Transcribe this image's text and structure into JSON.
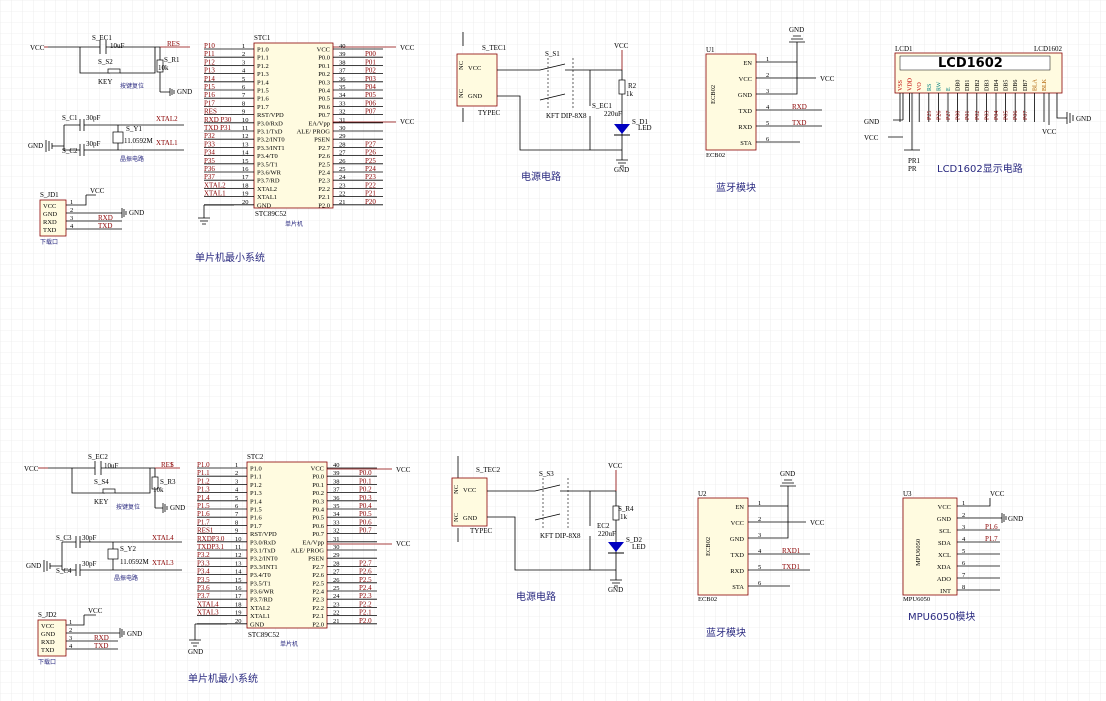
{
  "nets": {
    "vcc": "VCC",
    "gnd": "GND",
    "res": "RES",
    "xtal1": "XTAL1",
    "xtal2": "XTAL2",
    "rxd": "RXD",
    "txd": "TXD",
    "rxd1": "RXD1",
    "txd1": "TXD1"
  },
  "mcu1": {
    "ref": "STC1",
    "name": "STC89C52",
    "sub": "单片机",
    "caption": "单片机最小系统",
    "left_pins": [
      "P1.0",
      "P1.1",
      "P1.2",
      "P1.3",
      "P1.4",
      "P1.5",
      "P1.6",
      "P1.7",
      "RST/VPD",
      "P3.0/RxD",
      "P3.1/TxD",
      "P3.2/INT0",
      "P3.3/INT1",
      "P3.4/T0",
      "P3.5/T1",
      "P3.6/WR",
      "P3.7/RD",
      "XTAL2",
      "XTAL1",
      "GND"
    ],
    "right_pins": [
      "VCC",
      "P0.0",
      "P0.1",
      "P0.2",
      "P0.3",
      "P0.4",
      "P0.5",
      "P0.6",
      "P0.7",
      "EA/Vpp",
      "ALE/ PROG",
      "PSEN",
      "P2.7",
      "P2.6",
      "P2.5",
      "P2.4",
      "P2.3",
      "P2.2",
      "P2.1",
      "P2.0"
    ],
    "left_nums": [
      "1",
      "2",
      "3",
      "4",
      "5",
      "6",
      "7",
      "8",
      "9",
      "10",
      "11",
      "12",
      "13",
      "14",
      "15",
      "16",
      "17",
      "18",
      "19",
      "20"
    ],
    "right_nums": [
      "40",
      "39",
      "38",
      "37",
      "36",
      "35",
      "34",
      "33",
      "32",
      "31",
      "30",
      "29",
      "28",
      "27",
      "26",
      "25",
      "24",
      "23",
      "22",
      "21"
    ],
    "left_nets": [
      "P10",
      "P11",
      "P12",
      "P13",
      "P14",
      "P15",
      "P16",
      "P17",
      "RES",
      "RXD P30",
      "TXD P31",
      "P32",
      "P33",
      "P34",
      "P35",
      "P36",
      "P37",
      "XTAL2",
      "XTAL1",
      ""
    ],
    "right_nets": [
      "",
      "P00",
      "P01",
      "P02",
      "P03",
      "P04",
      "P05",
      "P06",
      "P07",
      "",
      "",
      "",
      "P27",
      "P26",
      "P25",
      "P24",
      "P23",
      "P22",
      "P21",
      "P20"
    ]
  },
  "mcu2": {
    "ref": "STC2",
    "name": "STC89C52",
    "sub": "单片机",
    "caption": "单片机最小系统",
    "left_pins": [
      "P1.0",
      "P1.1",
      "P1.2",
      "P1.3",
      "P1.4",
      "P1.5",
      "P1.6",
      "P1.7",
      "RST/VPD",
      "P3.0/RxD",
      "P3.1/TxD",
      "P3.2/INT0",
      "P3.3/INT1",
      "P3.4/T0",
      "P3.5/T1",
      "P3.6/WR",
      "P3.7/RD",
      "XTAL2",
      "XTAL1",
      "GND"
    ],
    "right_pins": [
      "VCC",
      "P0.0",
      "P0.1",
      "P0.2",
      "P0.3",
      "P0.4",
      "P0.5",
      "P0.6",
      "P0.7",
      "EA/Vpp",
      "ALE/ PROG",
      "PSEN",
      "P2.7",
      "P2.6",
      "P2.5",
      "P2.4",
      "P2.3",
      "P2.2",
      "P2.1",
      "P2.0"
    ],
    "left_nums": [
      "1",
      "2",
      "3",
      "4",
      "5",
      "6",
      "7",
      "8",
      "9",
      "10",
      "11",
      "12",
      "13",
      "14",
      "15",
      "16",
      "17",
      "18",
      "19",
      "20"
    ],
    "right_nums": [
      "40",
      "39",
      "38",
      "37",
      "36",
      "35",
      "34",
      "33",
      "32",
      "31",
      "30",
      "29",
      "28",
      "27",
      "26",
      "25",
      "24",
      "23",
      "22",
      "21"
    ],
    "left_nets": [
      "P1.0",
      "P1.1",
      "P1.2",
      "P1.3",
      "P1.4",
      "P1.5",
      "P1.6",
      "P1.7",
      "RES1",
      "RXDP3.0",
      "TXDP3.1",
      "P3.2",
      "P3.3",
      "P3.4",
      "P3.5",
      "P3.6",
      "P3.7",
      "XTAL4",
      "XTAL3",
      ""
    ],
    "right_nets": [
      "",
      "P0.0",
      "P0.1",
      "P0.2",
      "P0.3",
      "P0.4",
      "P0.5",
      "P0.6",
      "P0.7",
      "",
      "",
      "",
      "P2.7",
      "P2.6",
      "P2.5",
      "P2.4",
      "P2.3",
      "P2.2",
      "P2.1",
      "P2.0"
    ]
  },
  "reset1": {
    "cap": "S_EC1",
    "cap_val": "10uF",
    "sw": "S_S2",
    "sw_val": "KEY",
    "res": "S_R1",
    "res_val": "10k",
    "note": "按键复位"
  },
  "reset2": {
    "cap": "S_EC2",
    "cap_val": "10uF",
    "sw": "S_S4",
    "sw_val": "KEY",
    "res": "S_R3",
    "res_val": "10k",
    "note": "按键复位"
  },
  "osc1": {
    "c1": "S_C1",
    "c1_val": "30pF",
    "c2": "S_C2",
    "c2_val": "30pF",
    "y": "S_Y1",
    "y_val": "11.0592M",
    "note": "晶振电路"
  },
  "osc2": {
    "c1": "S_C3",
    "c1_val": "30pF",
    "c2": "S_C4",
    "c2_val": "30pF",
    "y": "S_Y2",
    "y_val": "11.0592M",
    "note": "晶振电路"
  },
  "dl1": {
    "ref": "S_JD1",
    "pins": [
      "VCC",
      "GND",
      "RXD",
      "TXD"
    ],
    "nums": [
      "1",
      "2",
      "3",
      "4"
    ],
    "note": "下载口"
  },
  "dl2": {
    "ref": "S_JD2",
    "pins": [
      "VCC",
      "GND",
      "RXD",
      "TXD"
    ],
    "nums": [
      "1",
      "2",
      "3",
      "4"
    ],
    "note": "下载口"
  },
  "pwr1": {
    "usb": "S_TEC1",
    "usb_pins": [
      "VCC",
      "GND"
    ],
    "nc": "NC",
    "usb_type": "TYPEC",
    "sw": "S_S1",
    "sw_type": "KFT DIP-8X8",
    "cap": "S_EC1",
    "cap_val": "220uF",
    "r": "R2",
    "r_val": "1k",
    "led": "S_D1",
    "led_val": "LED",
    "caption": "电源电路"
  },
  "pwr2": {
    "usb": "S_TEC2",
    "usb_pins": [
      "VCC",
      "GND"
    ],
    "nc": "NC",
    "usb_type": "TYPEC",
    "sw": "S_S3",
    "sw_type": "KFT DIP-8X8",
    "cap": "EC2",
    "cap_val": "220uF",
    "r": "S_R4",
    "r_val": "1k",
    "led": "S_D2",
    "led_val": "LED",
    "caption": "电源电路"
  },
  "bt1": {
    "ref": "U1",
    "name": "ECB02",
    "pins": [
      "EN",
      "VCC",
      "GND",
      "TXD",
      "RXD",
      "STA"
    ],
    "nums": [
      "1",
      "2",
      "3",
      "4",
      "5",
      "6"
    ],
    "caption": "蓝牙模块"
  },
  "bt2": {
    "ref": "U2",
    "name": "ECB02",
    "pins": [
      "EN",
      "VCC",
      "GND",
      "TXD",
      "RXD",
      "STA"
    ],
    "nums": [
      "1",
      "2",
      "3",
      "4",
      "5",
      "6"
    ],
    "caption": "蓝牙模块"
  },
  "lcd": {
    "ref": "LCD1",
    "ref2": "LCD1602",
    "title": "LCD1602",
    "pins": [
      "VSS",
      "VDD",
      "VO",
      "RS",
      "RW",
      "E",
      "DB0",
      "DB1",
      "DB2",
      "DB3",
      "DB4",
      "DB5",
      "DB6",
      "DB7",
      "BLA",
      "BLK"
    ],
    "nets": [
      "",
      "",
      "",
      "P25",
      "P26",
      "P27",
      "P00",
      "P01",
      "P02",
      "P03",
      "P04",
      "P05",
      "P06",
      "P07",
      "",
      ""
    ],
    "pot": "PR1",
    "pot_val": "PR",
    "caption": "LCD1602显示电路"
  },
  "mpu": {
    "ref": "U3",
    "name": "MPU6050",
    "pins": [
      "VCC",
      "GND",
      "SCL",
      "SDA",
      "XCL",
      "XDA",
      "ADO",
      "INT"
    ],
    "nums": [
      "1",
      "2",
      "3",
      "4",
      "5",
      "6",
      "7",
      "8"
    ],
    "nets": [
      "",
      "",
      "P1.6",
      "P1.7",
      "",
      "",
      "",
      ""
    ],
    "caption": "MPU6050模块"
  }
}
